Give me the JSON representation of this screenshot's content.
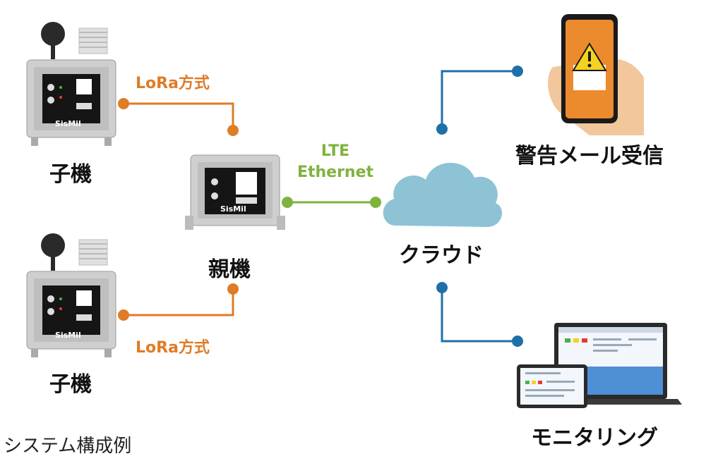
{
  "colors": {
    "lora": "#e07b26",
    "lte": "#7fb33e",
    "cloud_link": "#1f6fa8",
    "cloud": "#8ec3d6"
  },
  "nodes": {
    "child_top": {
      "label": "子機",
      "device_text": "SisMil"
    },
    "child_bottom": {
      "label": "子機",
      "device_text": "SisMil"
    },
    "parent": {
      "label": "親機",
      "device_text": "SisMil"
    },
    "cloud": {
      "label": "クラウド"
    },
    "alert": {
      "label": "警告メール受信"
    },
    "monitor": {
      "label": "モニタリング"
    }
  },
  "links": {
    "lora_top": "LoRa方式",
    "lora_bottom": "LoRa方式",
    "lte_line1": "LTE",
    "lte_line2": "Ethernet"
  },
  "caption": "システム構成例"
}
